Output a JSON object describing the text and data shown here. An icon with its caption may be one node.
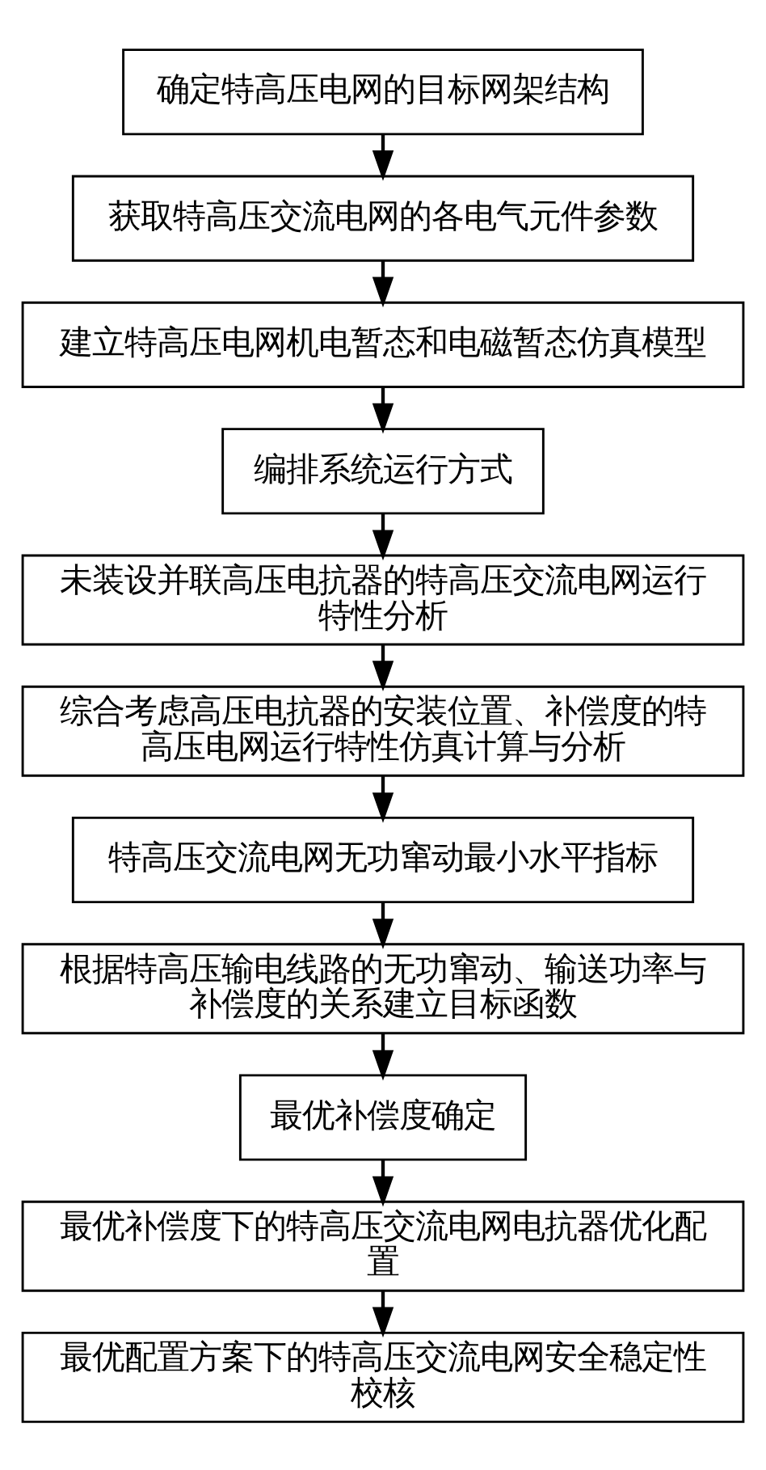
{
  "diagram": {
    "nodes": [
      {
        "text": [
          "确定特高压电网的目标网架结构"
        ]
      },
      {
        "text": [
          "获取特高压交流电网的各电气元件参数"
        ]
      },
      {
        "text": [
          "建立特高压电网机电暂态和电磁暂态仿真模型"
        ]
      },
      {
        "text": [
          "编排系统运行方式"
        ]
      },
      {
        "text": [
          "未装设并联高压电抗器的特高压交流电网运行特性分析"
        ]
      },
      {
        "text": [
          "综合考虑高压电抗器的安装位置、补偿度的特高压电网运行特性仿真计算与分析"
        ]
      },
      {
        "text": [
          "特高压交流电网无功窜动最小水平指标"
        ]
      },
      {
        "text": [
          "根据特高压输电线路的无功窜动、输送功率与补偿度的关系建立目标函数"
        ]
      },
      {
        "text": [
          "最优补偿度确定"
        ]
      },
      {
        "text": [
          "最优补偿度下的特高压交流电网电抗器优化配置"
        ]
      },
      {
        "text": [
          "最优配置方案下的特高压交流电网安全稳定性校核"
        ]
      }
    ],
    "edges": [
      {
        "from": 0,
        "to": 1,
        "arrow": "to"
      },
      {
        "from": 1,
        "to": 2,
        "arrow": "to"
      },
      {
        "from": 2,
        "to": 3,
        "arrow": "to"
      },
      {
        "from": 3,
        "to": 4,
        "arrow": "to"
      },
      {
        "from": 4,
        "to": 5,
        "arrow": "to"
      },
      {
        "from": 5,
        "to": 6,
        "arrow": "to"
      },
      {
        "from": 6,
        "to": 7,
        "arrow": "to"
      },
      {
        "from": 7,
        "to": 8,
        "arrow": "to"
      },
      {
        "from": 8,
        "to": 9,
        "arrow": "to"
      },
      {
        "from": 9,
        "to": 10,
        "arrow": "to"
      }
    ]
  }
}
